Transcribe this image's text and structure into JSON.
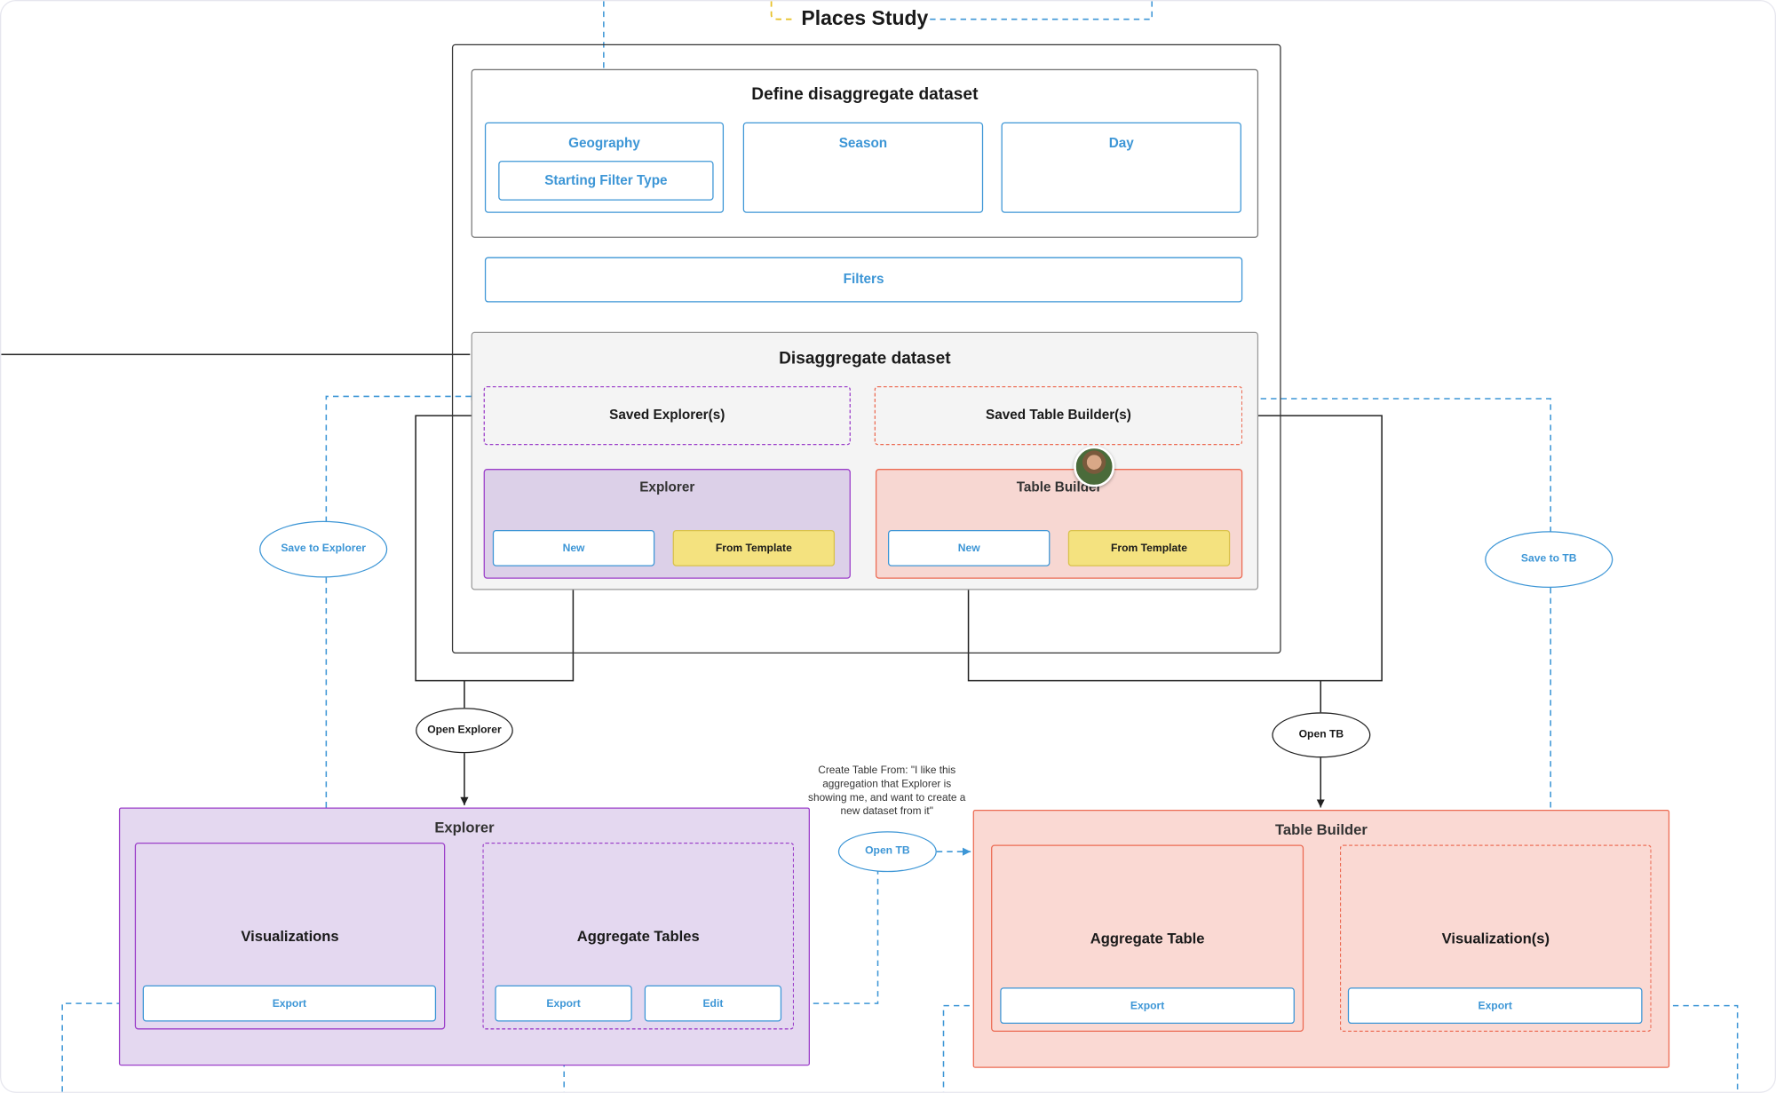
{
  "title": "Places Study",
  "define_box": {
    "title": "Define disaggregate dataset",
    "geography": "Geography",
    "starting_filter": "Starting Filter Type",
    "season": "Season",
    "day": "Day"
  },
  "filters": "Filters",
  "disaggregate": {
    "title": "Disaggregate dataset",
    "saved_explorers": "Saved Explorer(s)",
    "saved_table_builders": "Saved Table Builder(s)",
    "explorer": {
      "title": "Explorer",
      "new": "New",
      "from_template": "From Template"
    },
    "table_builder": {
      "title": "Table Builder",
      "new": "New",
      "from_template": "From Template"
    }
  },
  "connectors": {
    "save_to_explorer": "Save to Explorer",
    "save_to_tb": "Save to TB",
    "open_explorer": "Open Explorer",
    "open_tb": "Open TB",
    "open_tb_blue": "Open TB",
    "note": "Create Table From: \"I like this aggregation that Explorer is showing me, and want to create a new dataset from it\""
  },
  "explorer_panel": {
    "title": "Explorer",
    "visualizations": "Visualizations",
    "aggregate_tables": "Aggregate Tables",
    "export_vis": "Export",
    "export_tables": "Export",
    "edit": "Edit"
  },
  "table_builder_panel": {
    "title": "Table Builder",
    "aggregate_table": "Aggregate Table",
    "visualizations": "Visualization(s)",
    "export_table": "Export",
    "export_vis": "Export"
  },
  "colors": {
    "blue": "#3d96d6",
    "purple": "#9b3ec9",
    "purple_fill": "#e4d8f0",
    "red": "#ec6a52",
    "red_fill": "#fad9d3",
    "template_yellow": "#f4e27f",
    "gray_fill": "#f4f4f4",
    "title_dash": "#e8c22a"
  }
}
